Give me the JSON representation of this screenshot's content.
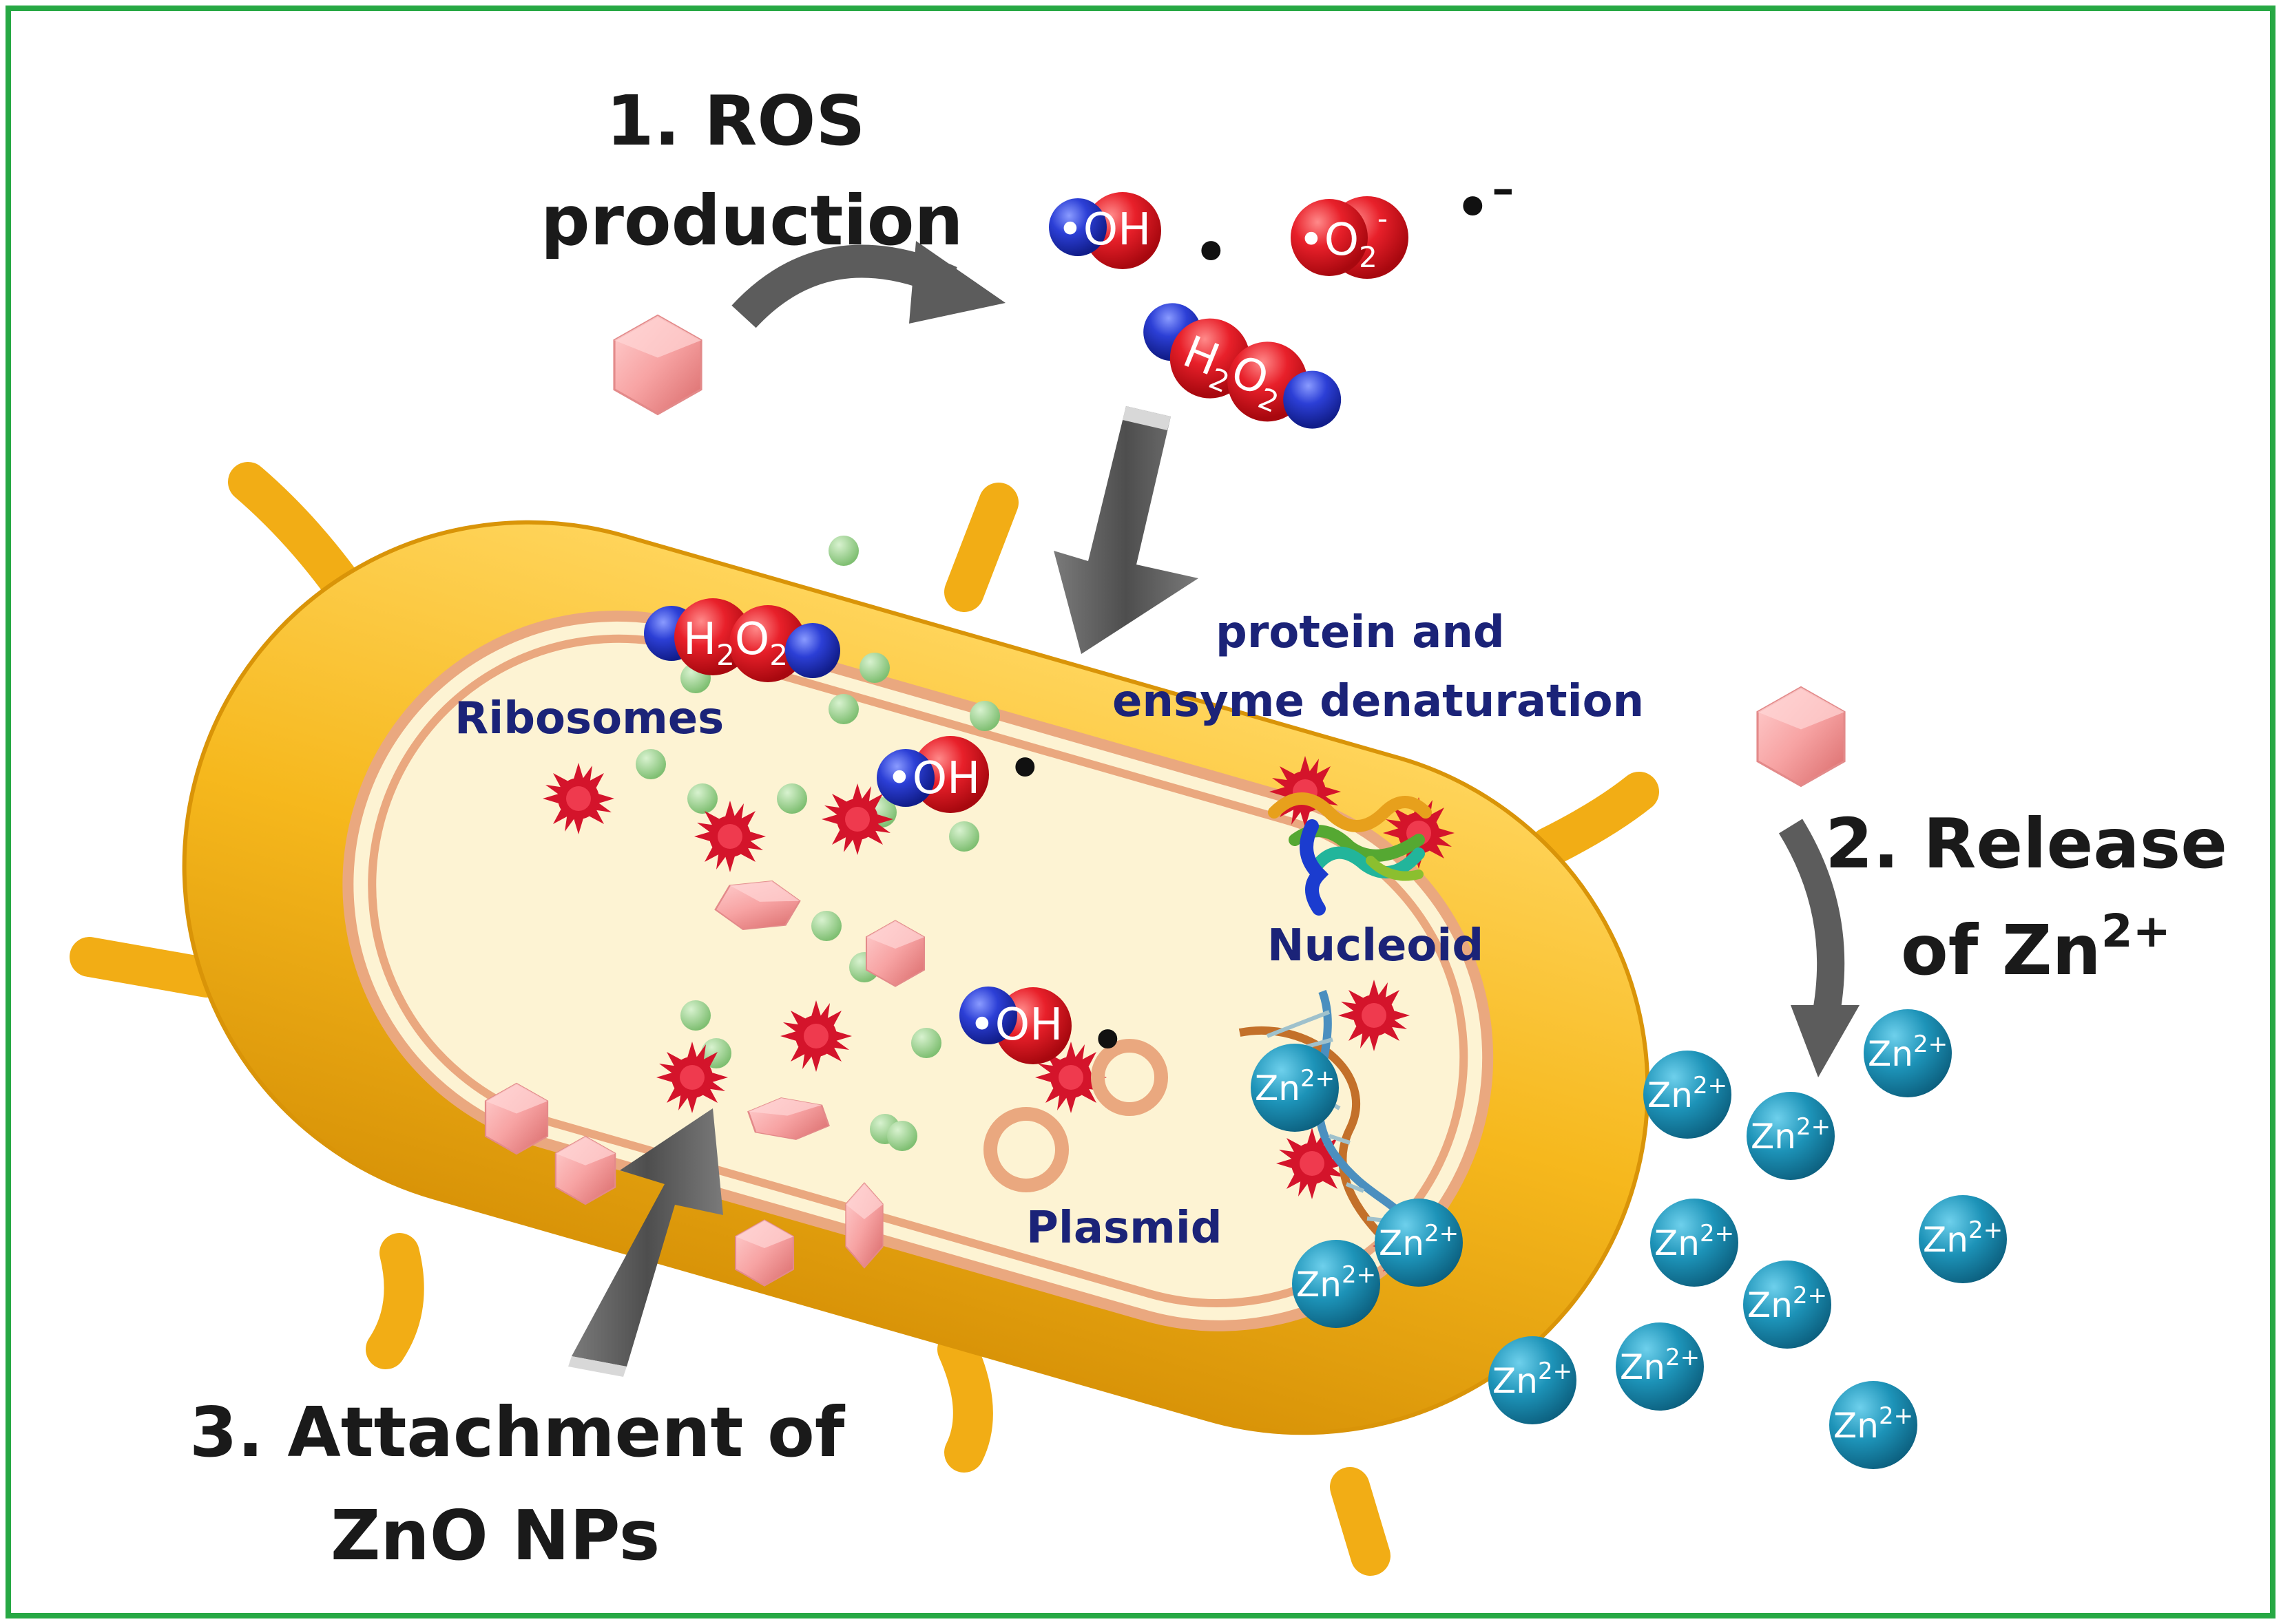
{
  "steps": {
    "ros_line1": "1. ROS",
    "ros_line2": "production",
    "release_line1": "2. Release",
    "release_line2_text": "of Zn",
    "release_line2_sup": "2+",
    "attach_line1": "3. Attachment of",
    "attach_line2": "ZnO NPs"
  },
  "labels": {
    "ribosomes": "Ribosomes",
    "denaturation_line1": "protein and",
    "denaturation_line2": "ensyme denaturation",
    "nucleoid": "Nucleoid",
    "plasmid": "Plasmid"
  },
  "molecules": {
    "hydroxyl": "•OH",
    "superoxide_main": "•O",
    "superoxide_sub": "2",
    "superoxide_sup": "-",
    "peroxide_h": "H",
    "peroxide_sub": "2",
    "peroxide_o": "O",
    "radical_dot": "•",
    "charge_minus": "-"
  },
  "zinc_ion": {
    "text": "Zn",
    "sup": "2+"
  },
  "colors": {
    "frame": "#27a844",
    "cell_wall": "#f6b81d",
    "cytoplasm": "#fdf3d3",
    "membrane": "#eaa87f",
    "oxygen_red": "#e8202a",
    "hydrogen_blue": "#2c3fd6",
    "zinc_teal": "#1d93b8",
    "ribosome_green": "#97d08c",
    "nanoparticle_pink": "#f7a3a3",
    "arrow_gray": "#5c5c5c"
  }
}
